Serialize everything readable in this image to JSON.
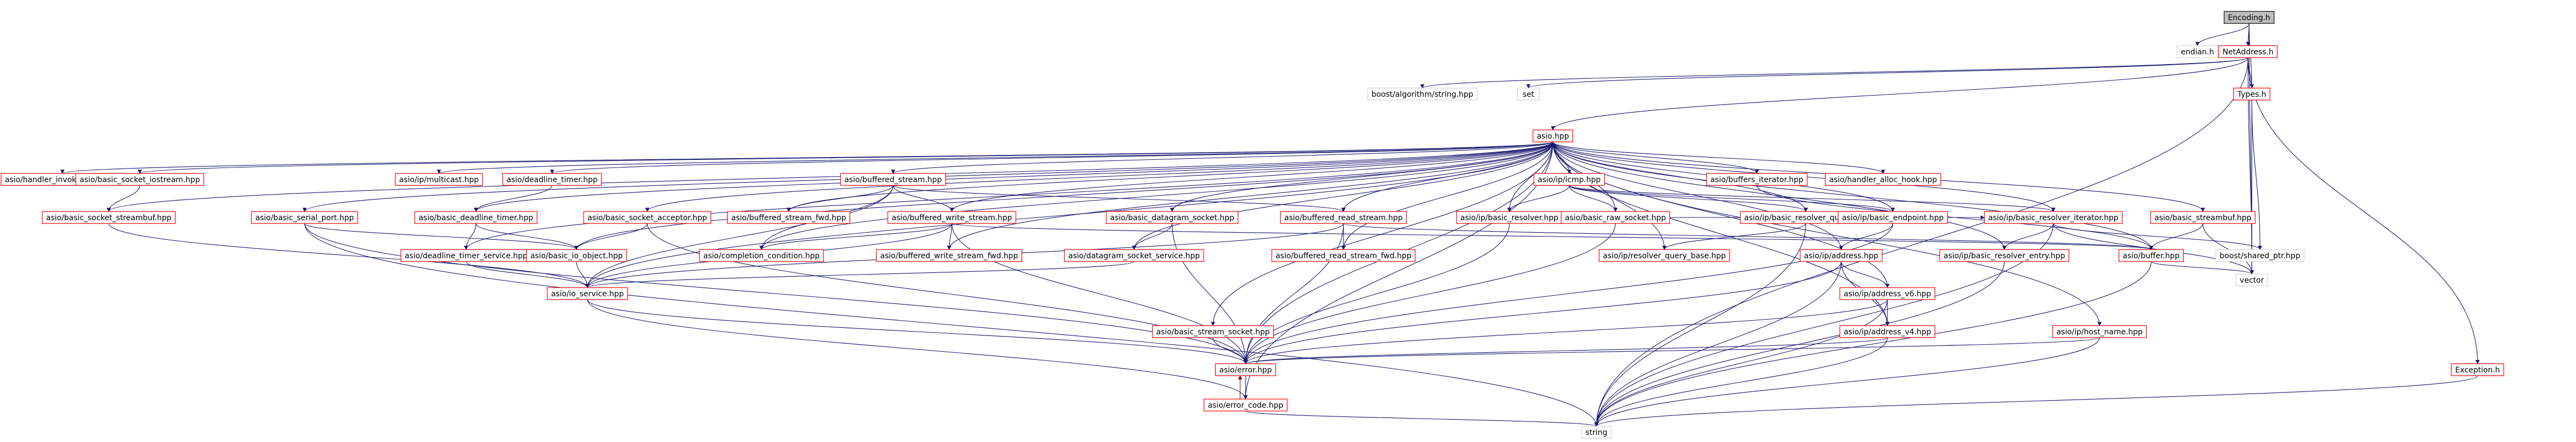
{
  "colors": {
    "edge": "#191970",
    "edge_alt": "#8b0000",
    "root_fill": "#bfbfbf",
    "root_stroke": "#000000",
    "doc_stroke": "#ff0000",
    "ext_stroke": "#d3d3d3",
    "fill": "#ffffff",
    "text": "#000000"
  },
  "nodes": [
    {
      "id": "encoding",
      "label": "Encoding.h",
      "kind": "root"
    },
    {
      "id": "endian",
      "label": "endian.h",
      "kind": "ext"
    },
    {
      "id": "netaddress",
      "label": "NetAddress.h",
      "kind": "doc"
    },
    {
      "id": "boost_algo",
      "label": "boost/algorithm/string.hpp",
      "kind": "ext"
    },
    {
      "id": "set",
      "label": "set",
      "kind": "ext"
    },
    {
      "id": "types",
      "label": "Types.h",
      "kind": "doc"
    },
    {
      "id": "asio",
      "label": "asio.hpp",
      "kind": "doc"
    },
    {
      "id": "handler_invoke",
      "label": "asio/handler_invoke_hook.hpp",
      "kind": "doc"
    },
    {
      "id": "bs_iostream",
      "label": "asio/basic_socket_iostream.hpp",
      "kind": "doc"
    },
    {
      "id": "ip_multicast",
      "label": "asio/ip/multicast.hpp",
      "kind": "doc"
    },
    {
      "id": "deadline_timer",
      "label": "asio/deadline_timer.hpp",
      "kind": "doc"
    },
    {
      "id": "buffered_stream",
      "label": "asio/buffered_stream.hpp",
      "kind": "doc"
    },
    {
      "id": "ip_icmp",
      "label": "asio/ip/icmp.hpp",
      "kind": "doc"
    },
    {
      "id": "buffers_iterator",
      "label": "asio/buffers_iterator.hpp",
      "kind": "doc"
    },
    {
      "id": "handler_alloc",
      "label": "asio/handler_alloc_hook.hpp",
      "kind": "doc"
    },
    {
      "id": "bs_streambuf",
      "label": "asio/basic_socket_streambuf.hpp",
      "kind": "doc"
    },
    {
      "id": "serial_port",
      "label": "asio/basic_serial_port.hpp",
      "kind": "doc"
    },
    {
      "id": "basic_deadline_timer",
      "label": "asio/basic_deadline_timer.hpp",
      "kind": "doc"
    },
    {
      "id": "socket_acceptor",
      "label": "asio/basic_socket_acceptor.hpp",
      "kind": "doc"
    },
    {
      "id": "buffered_stream_fwd",
      "label": "asio/buffered_stream_fwd.hpp",
      "kind": "doc"
    },
    {
      "id": "buffered_write_stream",
      "label": "asio/buffered_write_stream.hpp",
      "kind": "doc"
    },
    {
      "id": "datagram_socket",
      "label": "asio/basic_datagram_socket.hpp",
      "kind": "doc"
    },
    {
      "id": "buffered_read_stream",
      "label": "asio/buffered_read_stream.hpp",
      "kind": "doc"
    },
    {
      "id": "basic_resolver",
      "label": "asio/ip/basic_resolver.hpp",
      "kind": "doc"
    },
    {
      "id": "raw_socket",
      "label": "asio/basic_raw_socket.hpp",
      "kind": "doc"
    },
    {
      "id": "resolver_query",
      "label": "asio/ip/basic_resolver_query.hpp",
      "kind": "doc"
    },
    {
      "id": "basic_endpoint",
      "label": "asio/ip/basic_endpoint.hpp",
      "kind": "doc"
    },
    {
      "id": "resolver_iterator",
      "label": "asio/ip/basic_resolver_iterator.hpp",
      "kind": "doc"
    },
    {
      "id": "basic_streambuf",
      "label": "asio/basic_streambuf.hpp",
      "kind": "doc"
    },
    {
      "id": "dt_service",
      "label": "asio/deadline_timer_service.hpp",
      "kind": "doc"
    },
    {
      "id": "basic_io_object",
      "label": "asio/basic_io_object.hpp",
      "kind": "doc"
    },
    {
      "id": "completion_condition",
      "label": "asio/completion_condition.hpp",
      "kind": "doc"
    },
    {
      "id": "bws_fwd",
      "label": "asio/buffered_write_stream_fwd.hpp",
      "kind": "doc"
    },
    {
      "id": "brs_fwd",
      "label": "asio/buffered_read_stream_fwd.hpp",
      "kind": "doc"
    },
    {
      "id": "ds_service",
      "label": "asio/datagram_socket_service.hpp",
      "kind": "doc"
    },
    {
      "id": "resolver_query_base",
      "label": "asio/ip/resolver_query_base.hpp",
      "kind": "doc"
    },
    {
      "id": "ip_address",
      "label": "asio/ip/address.hpp",
      "kind": "doc"
    },
    {
      "id": "resolver_entry",
      "label": "asio/ip/basic_resolver_entry.hpp",
      "kind": "doc"
    },
    {
      "id": "asio_buffer",
      "label": "asio/buffer.hpp",
      "kind": "doc"
    },
    {
      "id": "shared_ptr",
      "label": "boost/shared_ptr.hpp",
      "kind": "ext"
    },
    {
      "id": "io_service",
      "label": "asio/io_service.hpp",
      "kind": "doc"
    },
    {
      "id": "address_v6",
      "label": "asio/ip/address_v6.hpp",
      "kind": "doc"
    },
    {
      "id": "address_v4",
      "label": "asio/ip/address_v4.hpp",
      "kind": "doc"
    },
    {
      "id": "vector",
      "label": "vector",
      "kind": "ext"
    },
    {
      "id": "stream_socket",
      "label": "asio/basic_stream_socket.hpp",
      "kind": "doc"
    },
    {
      "id": "host_name",
      "label": "asio/ip/host_name.hpp",
      "kind": "doc"
    },
    {
      "id": "asio_error",
      "label": "asio/error.hpp",
      "kind": "doc"
    },
    {
      "id": "exception",
      "label": "Exception.h",
      "kind": "doc"
    },
    {
      "id": "error_code",
      "label": "asio/error_code.hpp",
      "kind": "doc"
    },
    {
      "id": "string",
      "label": "string",
      "kind": "ext"
    }
  ],
  "edges": [
    [
      "encoding",
      "endian"
    ],
    [
      "encoding",
      "netaddress"
    ],
    [
      "encoding",
      "types"
    ],
    [
      "encoding",
      "vector"
    ],
    [
      "netaddress",
      "boost_algo"
    ],
    [
      "netaddress",
      "set"
    ],
    [
      "netaddress",
      "asio"
    ],
    [
      "netaddress",
      "types"
    ],
    [
      "netaddress",
      "vector"
    ],
    [
      "netaddress",
      "exception"
    ],
    [
      "netaddress",
      "string"
    ],
    [
      "types",
      "shared_ptr"
    ],
    [
      "types",
      "vector"
    ],
    [
      "asio",
      "handler_invoke"
    ],
    [
      "asio",
      "bs_iostream"
    ],
    [
      "asio",
      "ip_multicast"
    ],
    [
      "asio",
      "deadline_timer"
    ],
    [
      "asio",
      "buffered_stream"
    ],
    [
      "asio",
      "ip_icmp"
    ],
    [
      "asio",
      "buffers_iterator"
    ],
    [
      "asio",
      "handler_alloc"
    ],
    [
      "asio",
      "bs_streambuf"
    ],
    [
      "asio",
      "serial_port"
    ],
    [
      "asio",
      "basic_deadline_timer"
    ],
    [
      "asio",
      "socket_acceptor"
    ],
    [
      "asio",
      "buffered_stream_fwd"
    ],
    [
      "asio",
      "buffered_write_stream"
    ],
    [
      "asio",
      "datagram_socket"
    ],
    [
      "asio",
      "buffered_read_stream"
    ],
    [
      "asio",
      "basic_resolver"
    ],
    [
      "asio",
      "raw_socket"
    ],
    [
      "asio",
      "resolver_query"
    ],
    [
      "asio",
      "basic_endpoint"
    ],
    [
      "asio",
      "resolver_iterator"
    ],
    [
      "asio",
      "basic_streambuf"
    ],
    [
      "asio",
      "dt_service"
    ],
    [
      "asio",
      "basic_io_object"
    ],
    [
      "asio",
      "completion_condition"
    ],
    [
      "asio",
      "bws_fwd"
    ],
    [
      "asio",
      "brs_fwd"
    ],
    [
      "asio",
      "ds_service"
    ],
    [
      "asio",
      "resolver_query_base"
    ],
    [
      "asio",
      "ip_address"
    ],
    [
      "asio",
      "resolver_entry"
    ],
    [
      "asio",
      "asio_buffer"
    ],
    [
      "asio",
      "io_service"
    ],
    [
      "asio",
      "address_v6"
    ],
    [
      "asio",
      "address_v4"
    ],
    [
      "asio",
      "stream_socket"
    ],
    [
      "asio",
      "host_name"
    ],
    [
      "asio",
      "asio_error"
    ],
    [
      "asio",
      "error_code"
    ],
    [
      "bs_iostream",
      "bs_streambuf"
    ],
    [
      "bs_streambuf",
      "io_service"
    ],
    [
      "deadline_timer",
      "basic_deadline_timer"
    ],
    [
      "basic_deadline_timer",
      "dt_service"
    ],
    [
      "basic_deadline_timer",
      "basic_io_object"
    ],
    [
      "serial_port",
      "basic_io_object"
    ],
    [
      "serial_port",
      "asio_error"
    ],
    [
      "serial_port",
      "string"
    ],
    [
      "socket_acceptor",
      "basic_io_object"
    ],
    [
      "socket_acceptor",
      "asio_error"
    ],
    [
      "buffered_stream",
      "buffered_stream_fwd"
    ],
    [
      "buffered_stream",
      "buffered_write_stream"
    ],
    [
      "buffered_stream",
      "buffered_read_stream"
    ],
    [
      "buffered_stream",
      "io_service"
    ],
    [
      "buffered_stream",
      "completion_condition"
    ],
    [
      "buffered_write_stream",
      "bws_fwd"
    ],
    [
      "buffered_write_stream",
      "asio_buffer"
    ],
    [
      "buffered_write_stream",
      "completion_condition"
    ],
    [
      "buffered_write_stream",
      "asio_error"
    ],
    [
      "buffered_write_stream",
      "io_service"
    ],
    [
      "buffered_read_stream",
      "brs_fwd"
    ],
    [
      "buffered_read_stream",
      "asio_buffer"
    ],
    [
      "buffered_read_stream",
      "asio_error"
    ],
    [
      "buffered_read_stream",
      "io_service"
    ],
    [
      "datagram_socket",
      "ds_service"
    ],
    [
      "datagram_socket",
      "asio_error"
    ],
    [
      "ds_service",
      "io_service"
    ],
    [
      "ip_icmp",
      "basic_resolver"
    ],
    [
      "ip_icmp",
      "raw_socket"
    ],
    [
      "ip_icmp",
      "resolver_query"
    ],
    [
      "ip_icmp",
      "basic_endpoint"
    ],
    [
      "ip_icmp",
      "resolver_iterator"
    ],
    [
      "basic_resolver",
      "resolver_iterator"
    ],
    [
      "basic_resolver",
      "asio_error"
    ],
    [
      "raw_socket",
      "asio_error"
    ],
    [
      "resolver_query",
      "resolver_query_base"
    ],
    [
      "resolver_query",
      "string"
    ],
    [
      "basic_endpoint",
      "ip_address"
    ],
    [
      "basic_endpoint",
      "asio_error"
    ],
    [
      "resolver_iterator",
      "resolver_entry"
    ],
    [
      "resolver_iterator",
      "shared_ptr"
    ],
    [
      "resolver_iterator",
      "vector"
    ],
    [
      "resolver_iterator",
      "string"
    ],
    [
      "resolver_entry",
      "string"
    ],
    [
      "buffers_iterator",
      "asio_buffer"
    ],
    [
      "basic_streambuf",
      "asio_buffer"
    ],
    [
      "basic_streambuf",
      "vector"
    ],
    [
      "asio_buffer",
      "vector"
    ],
    [
      "asio_buffer",
      "string"
    ],
    [
      "ip_address",
      "address_v6"
    ],
    [
      "ip_address",
      "address_v4"
    ],
    [
      "ip_address",
      "asio_error"
    ],
    [
      "ip_address",
      "string"
    ],
    [
      "address_v6",
      "address_v4"
    ],
    [
      "address_v6",
      "asio_error"
    ],
    [
      "address_v6",
      "string"
    ],
    [
      "address_v4",
      "asio_error"
    ],
    [
      "address_v4",
      "string"
    ],
    [
      "dt_service",
      "io_service"
    ],
    [
      "basic_io_object",
      "io_service"
    ],
    [
      "io_service",
      "asio_error"
    ],
    [
      "io_service",
      "error_code"
    ],
    [
      "stream_socket",
      "asio_error"
    ],
    [
      "host_name",
      "asio_error"
    ],
    [
      "host_name",
      "string"
    ],
    [
      "asio_error",
      "error_code"
    ],
    [
      "error_code",
      "asio_error"
    ],
    [
      "error_code",
      "string"
    ],
    [
      "exception",
      "string"
    ]
  ]
}
